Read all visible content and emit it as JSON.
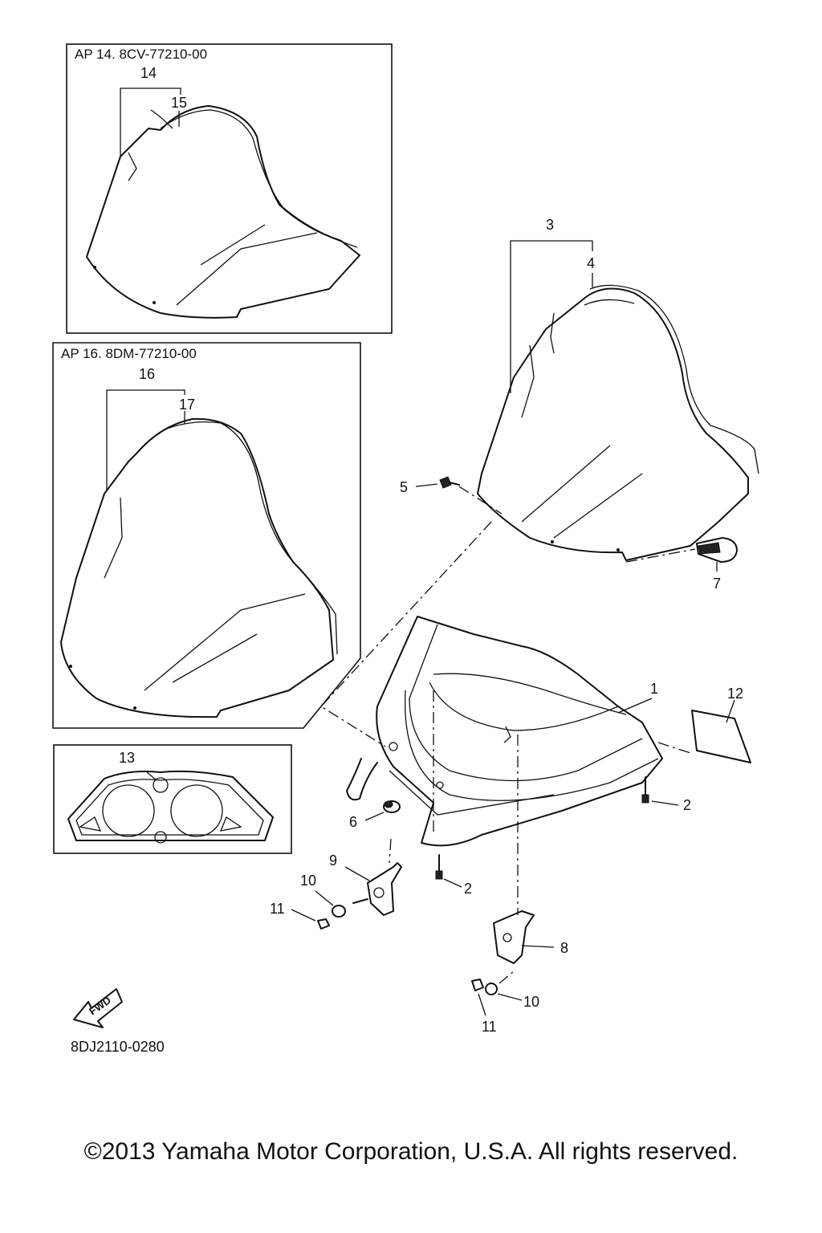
{
  "labels": {
    "p1": "1",
    "p2a": "2",
    "p2b": "2",
    "p3": "3",
    "p4": "4",
    "p5": "5",
    "p6": "6",
    "p7": "7",
    "p8": "8",
    "p9": "9",
    "p10a": "10",
    "p10b": "10",
    "p11a": "11",
    "p11b": "11",
    "p12": "12",
    "p13": "13",
    "p14": "14",
    "p15": "15",
    "p16": "16",
    "p17": "17"
  },
  "boxes": {
    "box14_header": "AP  14. 8CV-77210-00",
    "box16_header": "AP  16. 8DM-77210-00"
  },
  "fwd_label": "FWD",
  "diagram_code": "8DJ2110-0280",
  "copyright": "©2013 Yamaha Motor Corporation, U.S.A. All rights reserved."
}
